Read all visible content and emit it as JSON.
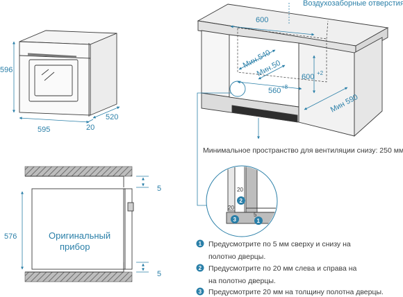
{
  "colors": {
    "accent": "#2a7fa8",
    "line": "#3a3a3a",
    "hatch": "#8c8c8c"
  },
  "oven_dims": {
    "height": "596",
    "width": "595",
    "depth": "520",
    "door": "20"
  },
  "cabinet": {
    "vent_note": "Воздухозаборные отверстия",
    "width": "600",
    "min_540": "Мин.540",
    "min_50": "Мин.50",
    "h600": "600",
    "h600_tol": "+2",
    "w560": "560",
    "w560_tol": "+8",
    "min_590": "Мин 590"
  },
  "vent_caption": "Минимальное пространство для вентиляции снизу: 250 мм",
  "side_view": {
    "label_line1": "Оригинальный",
    "label_line2": "прибор",
    "height": "576",
    "gap_top": "5",
    "gap_bottom": "5"
  },
  "detail": {
    "gap20_a": "20",
    "gap20_b": "20",
    "gap5": "5"
  },
  "notes": [
    {
      "num": "1",
      "line1": "Предусмотрите по 5 мм сверху и снизу на",
      "line2": "полотно дверцы."
    },
    {
      "num": "2",
      "line1": "Предусмотрите по 20 мм слева и справа на",
      "line2": "на полотно дверцы."
    },
    {
      "num": "3",
      "line1": "Предусмотрите 20 мм на толщину полотна дверцы.",
      "line2": ""
    }
  ]
}
